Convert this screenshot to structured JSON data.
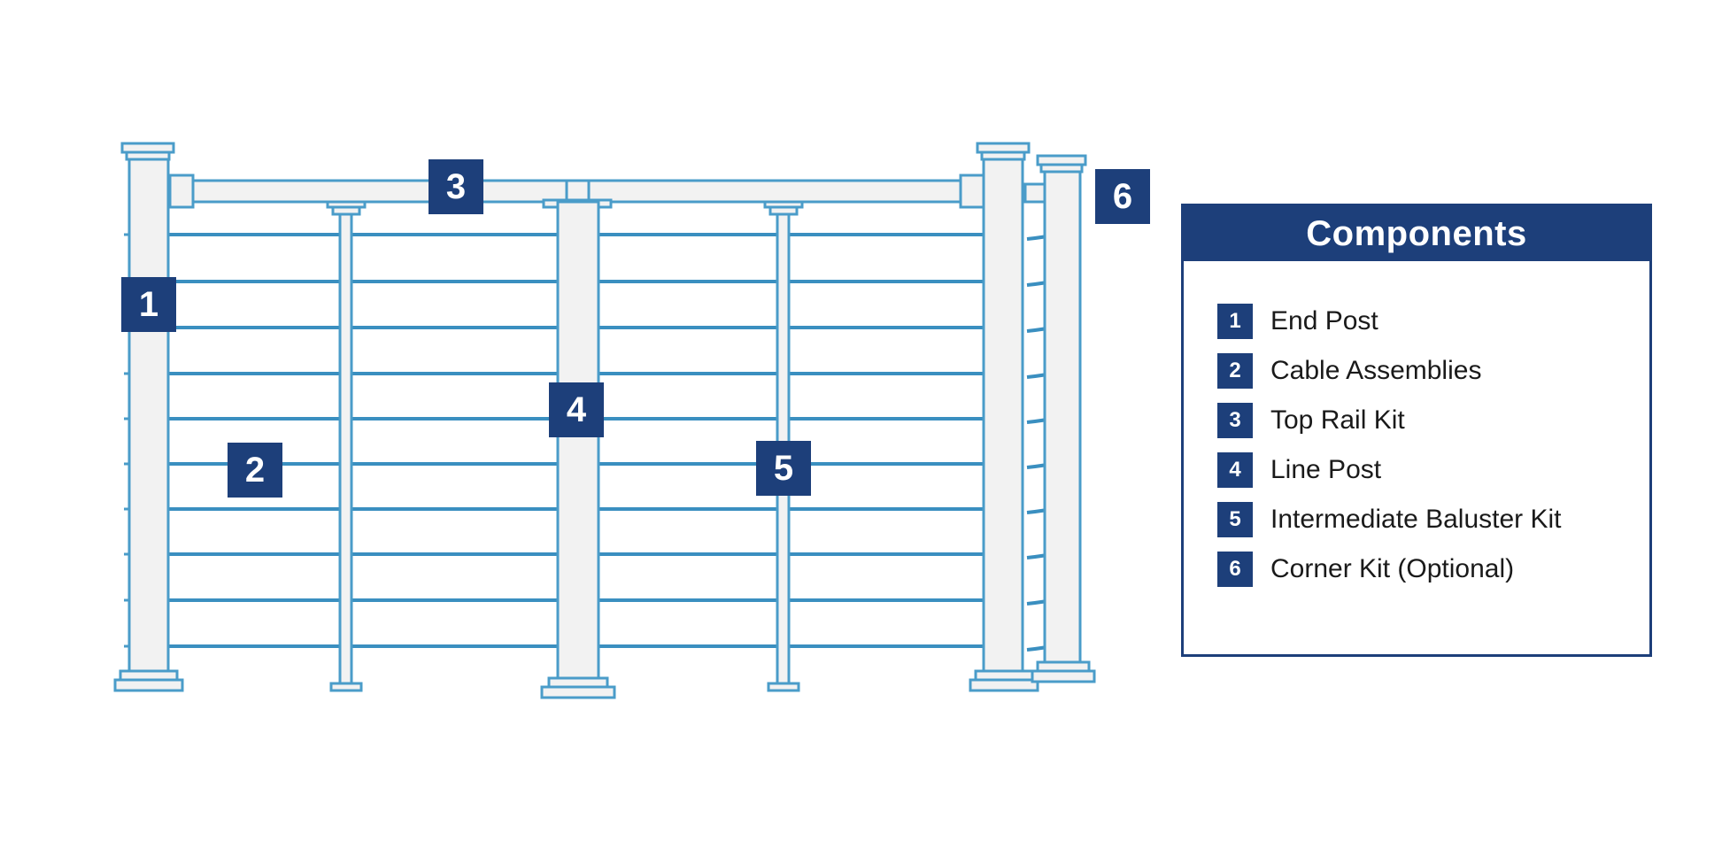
{
  "callouts": [
    {
      "number": "1"
    },
    {
      "number": "2"
    },
    {
      "number": "3"
    },
    {
      "number": "4"
    },
    {
      "number": "5"
    },
    {
      "number": "6"
    }
  ],
  "components_panel": {
    "title": "Components",
    "items": [
      {
        "number": "1",
        "label": "End Post"
      },
      {
        "number": "2",
        "label": "Cable Assemblies"
      },
      {
        "number": "3",
        "label": "Top Rail Kit"
      },
      {
        "number": "4",
        "label": "Line Post"
      },
      {
        "number": "5",
        "label": "Intermediate Baluster Kit"
      },
      {
        "number": "6",
        "label": "Corner Kit (Optional)"
      }
    ]
  },
  "colors": {
    "outline": "#4a9cc9",
    "cable": "#3a8fc0",
    "navy": "#1d3f7a",
    "fill": "#f2f2f2"
  }
}
